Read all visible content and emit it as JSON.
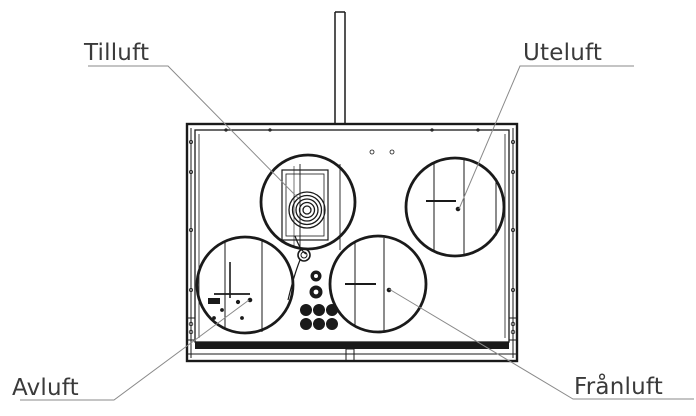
{
  "diagram": {
    "labels": {
      "supply_air": "Tilluft",
      "outdoor_air": "Uteluft",
      "exhaust_air": "Avluft",
      "extract_air": "Frånluft"
    },
    "colors": {
      "line": "#1a1a1a",
      "leader": "#8a8a8a",
      "text": "#3a3a3a",
      "background": "#ffffff"
    }
  }
}
